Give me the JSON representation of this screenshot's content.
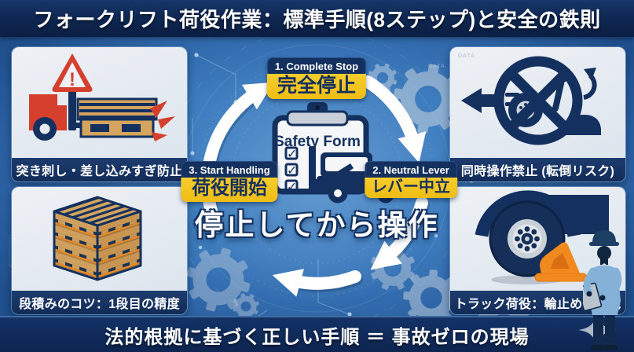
{
  "header": {
    "title": "フォークリフト荷役作業：標準手順(8ステップ)と安全の鉄則"
  },
  "footer": {
    "title": "法的根拠に基づく正しい手順 ＝ 事故ゼロの現場"
  },
  "panels": {
    "top_left": {
      "caption": "突き刺し・差し込みすぎ防止"
    },
    "top_right": {
      "caption": "同時操作禁止 (転倒リスク)"
    },
    "bottom_left": {
      "caption": "段積みのコツ：1段目の精度"
    },
    "bottom_right": {
      "caption": "トラック荷役：輪止めの徹底"
    }
  },
  "cycle": {
    "step1": {
      "en": "1. Complete Stop",
      "ja": "完全停止"
    },
    "step2": {
      "en": "2. Neutral Lever",
      "ja": "レバー中立"
    },
    "step3": {
      "en": "3. Start Handling",
      "ja": "荷役開始"
    },
    "clipboard_title": "Safety Form",
    "tagline": "停止してから操作"
  },
  "decor": {
    "background_label": "DATA"
  },
  "icons": {
    "warning_exclamation": "!",
    "checkbox_check": "✓"
  },
  "colors": {
    "accent_yellow": "#f3c51d",
    "deep_navy": "#14305e",
    "alert_red": "#d5402e",
    "chock_orange": "#f18a1e",
    "background_blue": "#3a79bb"
  }
}
